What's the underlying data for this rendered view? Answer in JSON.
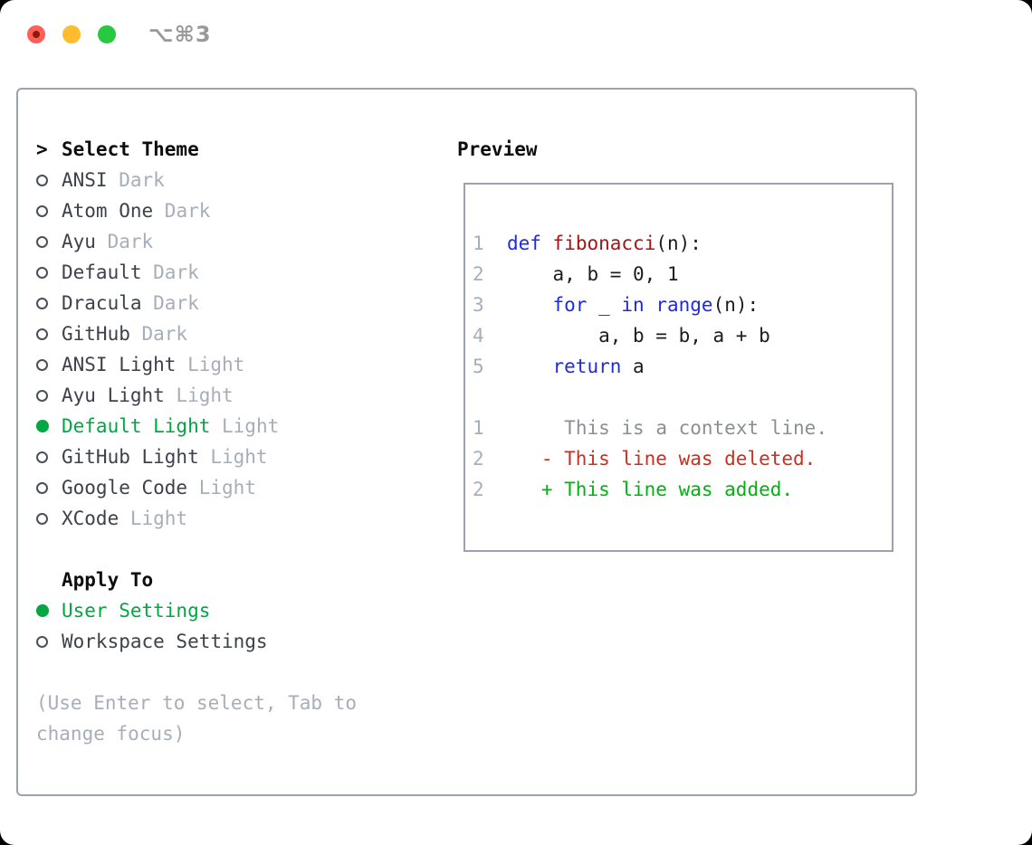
{
  "titlebar": {
    "title": "⌥⌘3"
  },
  "theme_selector": {
    "prompt": ">",
    "title": "Select Theme",
    "themes": [
      {
        "name": "ANSI",
        "variant": "Dark",
        "selected": false
      },
      {
        "name": "Atom One",
        "variant": "Dark",
        "selected": false
      },
      {
        "name": "Ayu",
        "variant": "Dark",
        "selected": false
      },
      {
        "name": "Default",
        "variant": "Dark",
        "selected": false
      },
      {
        "name": "Dracula",
        "variant": "Dark",
        "selected": false
      },
      {
        "name": "GitHub",
        "variant": "Dark",
        "selected": false
      },
      {
        "name": "ANSI Light",
        "variant": "Light",
        "selected": false
      },
      {
        "name": "Ayu Light",
        "variant": "Light",
        "selected": false
      },
      {
        "name": "Default Light",
        "variant": "Light",
        "selected": true
      },
      {
        "name": "GitHub Light",
        "variant": "Light",
        "selected": false
      },
      {
        "name": "Google Code",
        "variant": "Light",
        "selected": false
      },
      {
        "name": "XCode",
        "variant": "Light",
        "selected": false
      }
    ],
    "apply_to": {
      "title": "Apply To",
      "options": [
        {
          "label": "User Settings",
          "selected": true
        },
        {
          "label": "Workspace Settings",
          "selected": false
        }
      ]
    },
    "help_lines": [
      "(Use Enter to select, Tab to",
      "change focus)"
    ]
  },
  "preview": {
    "title": "Preview",
    "lines": [
      [
        {
          "t": "1",
          "c": "ln"
        },
        {
          "t": "  ",
          "c": "pl"
        },
        {
          "t": "def",
          "c": "kw"
        },
        {
          "t": " ",
          "c": "pl"
        },
        {
          "t": "fibonacci",
          "c": "fn"
        },
        {
          "t": "(n):",
          "c": "pl"
        }
      ],
      [
        {
          "t": "2",
          "c": "ln"
        },
        {
          "t": "      a, b = 0, 1",
          "c": "pl"
        }
      ],
      [
        {
          "t": "3",
          "c": "ln"
        },
        {
          "t": "      ",
          "c": "pl"
        },
        {
          "t": "for",
          "c": "kw"
        },
        {
          "t": " _ ",
          "c": "pl"
        },
        {
          "t": "in",
          "c": "kw"
        },
        {
          "t": " ",
          "c": "pl"
        },
        {
          "t": "range",
          "c": "kw"
        },
        {
          "t": "(n):",
          "c": "pl"
        }
      ],
      [
        {
          "t": "4",
          "c": "ln"
        },
        {
          "t": "          a, b = b, a + b",
          "c": "pl"
        }
      ],
      [
        {
          "t": "5",
          "c": "ln"
        },
        {
          "t": "      ",
          "c": "pl"
        },
        {
          "t": "return",
          "c": "kw"
        },
        {
          "t": " a",
          "c": "pl"
        }
      ],
      [],
      [
        {
          "t": "1",
          "c": "ln"
        },
        {
          "t": "       ",
          "c": "pl"
        },
        {
          "t": "This is a context line.",
          "c": "ctx"
        }
      ],
      [
        {
          "t": "2",
          "c": "ln"
        },
        {
          "t": "     ",
          "c": "pl"
        },
        {
          "t": "- This line was deleted.",
          "c": "del"
        }
      ],
      [
        {
          "t": "2",
          "c": "ln"
        },
        {
          "t": "     ",
          "c": "pl"
        },
        {
          "t": "+ This line was added.",
          "c": "add"
        }
      ]
    ]
  },
  "colors": {
    "accent_green": "#00a742",
    "muted": "#a6aeba",
    "text_dark": "#3c414b",
    "heading": "#0d0d0d",
    "border": "#9aa2ae",
    "line_number": "#a6aeba",
    "code_keyword": "#1e2ae0",
    "code_function": "#a81414",
    "code_plain": "#1c1c1c",
    "diff_context": "#8a8f96",
    "diff_deleted": "#c9301f",
    "diff_added": "#00b30f",
    "titlebar_text": "#98989d",
    "traffic_red": "#ff5f57",
    "traffic_red_dot": "#8c1a10",
    "traffic_yellow": "#febc2e",
    "traffic_green": "#28c840"
  }
}
